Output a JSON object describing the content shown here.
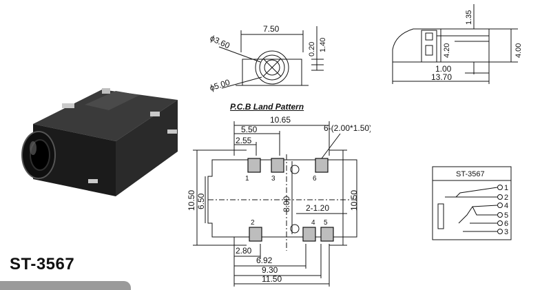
{
  "model": "ST-3567",
  "pcb_title": "P.C.B Land Pattern",
  "front_view": {
    "width": "7.50",
    "dim_top_small": "0.20",
    "dim_top_right": "1.40",
    "diameter_inner": "ϕ3.60",
    "diameter_outer": "ϕ5.00"
  },
  "side_view": {
    "top": "1.35",
    "height_left": "4.20",
    "height_right": "4.00",
    "offset": "1.00",
    "length": "13.70"
  },
  "pcb": {
    "overall_top": "10.65",
    "dim_550": "5.50",
    "dim_255": "2.55",
    "pad_spec": "6-(2.00*1.50)",
    "height_left_outer": "10.50",
    "height_left_inner": "6.50",
    "height_center": "8.00",
    "height_right": "10.50",
    "hole_spec": "2-1.20",
    "dim_280": "2.80",
    "dim_692": "6.92",
    "dim_930": "9.30",
    "dim_1150": "11.50",
    "pads": [
      {
        "label": "1"
      },
      {
        "label": "3"
      },
      {
        "label": "6"
      },
      {
        "label": "2"
      },
      {
        "label": "4"
      },
      {
        "label": "5"
      }
    ]
  },
  "schematic": {
    "title": "ST-3567",
    "pins": [
      "1",
      "2",
      "4",
      "5",
      "6",
      "3"
    ]
  }
}
